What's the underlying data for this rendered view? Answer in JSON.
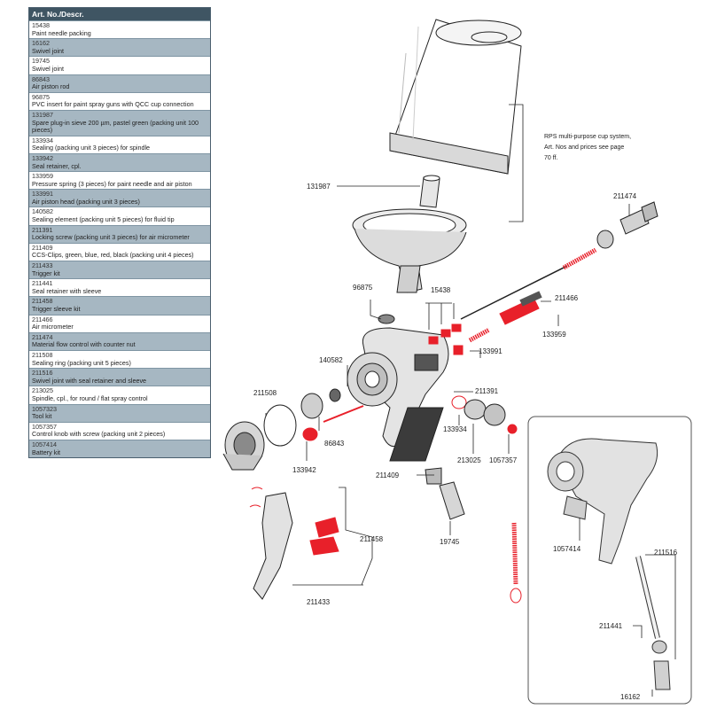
{
  "table": {
    "header": "Art. No./Descr.",
    "rows": [
      {
        "num": "15438",
        "desc": "Paint needle packing"
      },
      {
        "num": "16162",
        "desc": "Swivel joint"
      },
      {
        "num": "19745",
        "desc": "Swivel joint"
      },
      {
        "num": "86843",
        "desc": "Air piston rod"
      },
      {
        "num": "96875",
        "desc": "PVC insert for paint spray guns with QCC cup connection"
      },
      {
        "num": "131987",
        "desc": "Spare plug-in sieve 200 µm, pastel green (packing unit 100 pieces)"
      },
      {
        "num": "133934",
        "desc": "Sealing (packing unit 3 pieces) for spindle"
      },
      {
        "num": "133942",
        "desc": "Seal retainer, cpl."
      },
      {
        "num": "133959",
        "desc": "Pressure spring (3 pieces) for paint needle and air piston"
      },
      {
        "num": "133991",
        "desc": "Air piston head (packing unit 3 pieces)"
      },
      {
        "num": "140582",
        "desc": "Sealing element (packing unit 5 pieces) for fluid tip"
      },
      {
        "num": "211391",
        "desc": "Locking screw (packing unit 3 pieces) for air micrometer"
      },
      {
        "num": "211409",
        "desc": "CCS-Clips, green, blue, red, black (packing unit 4 pieces)"
      },
      {
        "num": "211433",
        "desc": "Trigger kit"
      },
      {
        "num": "211441",
        "desc": "Seal retainer with sleeve"
      },
      {
        "num": "211458",
        "desc": "Trigger sleeve kit"
      },
      {
        "num": "211466",
        "desc": "Air micrometer"
      },
      {
        "num": "211474",
        "desc": "Material flow control with counter nut"
      },
      {
        "num": "211508",
        "desc": "Sealing ring (packing unit 5 pieces)"
      },
      {
        "num": "211516",
        "desc": "Swivel joint with seal retainer and sleeve"
      },
      {
        "num": "213025",
        "desc": "Spindle, cpl., for round / flat spray control"
      },
      {
        "num": "1057323",
        "desc": "Tool kit"
      },
      {
        "num": "1057357",
        "desc": "Control knob with screw (packing unit 2 pieces)"
      },
      {
        "num": "1057414",
        "desc": "Battery kit"
      }
    ]
  },
  "diagram": {
    "cup_note": [
      "RPS multi-purpose cup system,",
      "Art. Nos and prices see page",
      "70 ff."
    ],
    "labels": {
      "l131987": "131987",
      "l211474": "211474",
      "l96875": "96875",
      "l15438": "15438",
      "l211466": "211466",
      "l133959": "133959",
      "l140582": "140582",
      "l133991": "133991",
      "l211391": "211391",
      "l211508": "211508",
      "l86843": "86843",
      "l133934": "133934",
      "l133942": "133942",
      "l213025": "213025",
      "l1057357": "1057357",
      "l211409": "211409",
      "l19745": "19745",
      "l211458": "211458",
      "l211433": "211433",
      "l1057414": "1057414",
      "l211516": "211516",
      "l211441": "211441",
      "l16162": "16162"
    }
  },
  "colors": {
    "table_header": "#3f5563",
    "table_alt_row": "#a6b7c2",
    "highlight_part": "#e8202a",
    "line": "#222222"
  }
}
